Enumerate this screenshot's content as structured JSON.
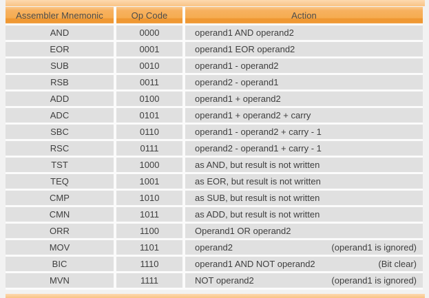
{
  "table": {
    "columns": [
      "Assembler Mnemonic",
      "Op Code",
      "Action"
    ],
    "rows": [
      {
        "mnemonic": "AND",
        "opcode": "0000",
        "action": "operand1 AND operand2",
        "note": ""
      },
      {
        "mnemonic": "EOR",
        "opcode": "0001",
        "action": "operand1 EOR operand2",
        "note": ""
      },
      {
        "mnemonic": "SUB",
        "opcode": "0010",
        "action": "operand1 - operand2",
        "note": ""
      },
      {
        "mnemonic": "RSB",
        "opcode": "0011",
        "action": "operand2 - operand1",
        "note": ""
      },
      {
        "mnemonic": "ADD",
        "opcode": "0100",
        "action": "operand1 + operand2",
        "note": ""
      },
      {
        "mnemonic": "ADC",
        "opcode": "0101",
        "action": "operand1 + operand2 + carry",
        "note": ""
      },
      {
        "mnemonic": "SBC",
        "opcode": "0110",
        "action": "operand1 - operand2 + carry - 1",
        "note": ""
      },
      {
        "mnemonic": "RSC",
        "opcode": "0111",
        "action": "operand2 - operand1 + carry - 1",
        "note": ""
      },
      {
        "mnemonic": "TST",
        "opcode": "1000",
        "action": "as AND, but result is not written",
        "note": ""
      },
      {
        "mnemonic": "TEQ",
        "opcode": "1001",
        "action": "as EOR, but result is not written",
        "note": ""
      },
      {
        "mnemonic": "CMP",
        "opcode": "1010",
        "action": "as SUB, but result is not written",
        "note": ""
      },
      {
        "mnemonic": "CMN",
        "opcode": "1011",
        "action": "as ADD, but result is not written",
        "note": ""
      },
      {
        "mnemonic": "ORR",
        "opcode": "1100",
        "action": "Operand1 OR operand2",
        "note": ""
      },
      {
        "mnemonic": "MOV",
        "opcode": "1101",
        "action": "operand2",
        "note": "(operand1 is ignored)"
      },
      {
        "mnemonic": "BIC",
        "opcode": "1110",
        "action": "operand1 AND NOT operand2",
        "note": "(Bit clear)"
      },
      {
        "mnemonic": "MVN",
        "opcode": "1111",
        "action": "NOT operand2",
        "note": "(operand1 is ignored)"
      }
    ]
  },
  "colors": {
    "header_orange": "#f5ab4d",
    "header_orange_dark": "#ef9833",
    "border_strip_orange": "#fbd09e",
    "cell_gray": "#e0e0e0",
    "gap_white": "#fbfbfb",
    "page_background": "#f2f2f2",
    "text": "#3e3e3e"
  }
}
